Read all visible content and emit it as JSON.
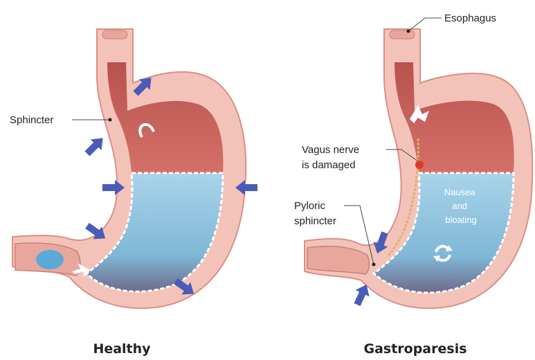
{
  "healthy": {
    "caption": "Healthy",
    "labels": {
      "sphincter": "Sphincter"
    }
  },
  "gastroparesis": {
    "caption": "Gastroparesis",
    "labels": {
      "esophagus": "Esophagus",
      "vagus_line1": "Vagus nerve",
      "vagus_line2": "is damaged",
      "pyloric_line1": "Pyloric",
      "pyloric_line2": "sphincter",
      "symptom_line1": "Nausea",
      "symptom_line2": "and",
      "symptom_line3": "bloating"
    }
  },
  "colors": {
    "wall": "#f3c3ba",
    "wall_edge": "#d98f85",
    "lumen": "#c8605a",
    "fluid": "#8fc3de",
    "arrow": "#4a5bb8",
    "food_bolus": "#5aa9d6",
    "nerve_dot": "#e03a2a"
  }
}
